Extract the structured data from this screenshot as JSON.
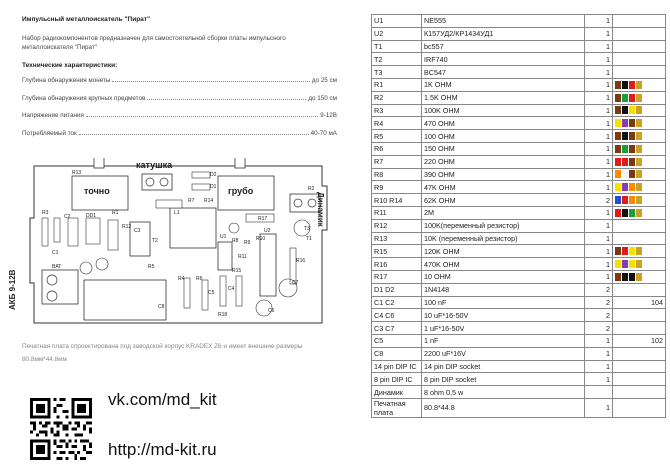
{
  "doc": {
    "title": "Импульсный металлоискатель \"Пират\"",
    "intro": "Набор радиокомпонентов предназначен для самостоятельной сборки платы импульсного металлоискателя \"Пират\"",
    "specs_heading": "Технические характеристики:",
    "specs": [
      {
        "label": "Глубина обнаружения монеты",
        "value": "до 25 см"
      },
      {
        "label": "Глубина обнаружения крупных предметов",
        "value": "до 150 см"
      },
      {
        "label": "Напряжение питания",
        "value": "9-12В"
      },
      {
        "label": "Потребляемый ток",
        "value": "40-70 мА"
      }
    ],
    "note": "Печатная плата спроектирована под заводской корпус KRADEX Z6 и имеет внешние размеры 80.8мм*44.8мм",
    "link_vk": "vk.com/md_kit",
    "link_site": "http://md-kit.ru"
  },
  "pcb": {
    "label_fine": "точно",
    "label_coarse": "грубо",
    "label_coil": "катушка",
    "label_speaker": "Динамик",
    "label_power": "АКБ 9-12В",
    "components": [
      "R13",
      "R2",
      "D2",
      "D1",
      "R14",
      "R7",
      "R3",
      "C2",
      "DD1",
      "R1",
      "R12",
      "R17",
      "R5",
      "R11",
      "R16",
      "C1",
      "C3",
      "T2",
      "T3",
      "R8",
      "R9",
      "T1",
      "BAT",
      "R10",
      "R15",
      "R4",
      "C7",
      "R6",
      "C5",
      "C4",
      "C6",
      "C8",
      "R18",
      "U1",
      "U2",
      "L1"
    ]
  },
  "colors": {
    "black": "#111111",
    "brown": "#7a3b12",
    "red": "#e01b1b",
    "orange": "#ff8c00",
    "yellow": "#f6e000",
    "green": "#1aa03a",
    "blue": "#1e4fd6",
    "violet": "#8a3ab9",
    "gray": "#8c8c8c",
    "white": "#f4f4f4",
    "gold": "#c9a227"
  },
  "bom": [
    {
      "ref": "U1",
      "name": "NE555",
      "qty": "1",
      "extra": "",
      "bands": []
    },
    {
      "ref": "U2",
      "name": "К157УД2/КР1434УД1",
      "qty": "1",
      "extra": "",
      "bands": []
    },
    {
      "ref": "T1",
      "name": "bc557",
      "qty": "1",
      "extra": "",
      "bands": []
    },
    {
      "ref": "T2",
      "name": "IRF740",
      "qty": "1",
      "extra": "",
      "bands": []
    },
    {
      "ref": "T3",
      "name": "BC547",
      "qty": "1",
      "extra": "",
      "bands": []
    },
    {
      "ref": "R1",
      "name": "1K OHM",
      "qty": "1",
      "extra": "",
      "bands": [
        "brown",
        "black",
        "red",
        "gold"
      ]
    },
    {
      "ref": "R2",
      "name": "1.5K OHM",
      "qty": "1",
      "extra": "",
      "bands": [
        "brown",
        "green",
        "red",
        "gold"
      ]
    },
    {
      "ref": "R3",
      "name": "100K OHM",
      "qty": "1",
      "extra": "",
      "bands": [
        "brown",
        "black",
        "yellow",
        "gold"
      ]
    },
    {
      "ref": "R4",
      "name": "470 OHM",
      "qty": "1",
      "extra": "",
      "bands": [
        "yellow",
        "violet",
        "brown",
        "gold"
      ]
    },
    {
      "ref": "R5",
      "name": "100 OHM",
      "qty": "1",
      "extra": "",
      "bands": [
        "brown",
        "black",
        "brown",
        "gold"
      ]
    },
    {
      "ref": "R6",
      "name": "150 OHM",
      "qty": "1",
      "extra": "",
      "bands": [
        "brown",
        "green",
        "brown",
        "gold"
      ]
    },
    {
      "ref": "R7",
      "name": "220 OHM",
      "qty": "1",
      "extra": "",
      "bands": [
        "red",
        "red",
        "brown",
        "gold"
      ]
    },
    {
      "ref": "R8",
      "name": "390 OHM",
      "qty": "1",
      "extra": "",
      "bands": [
        "orange",
        "white",
        "brown",
        "gold"
      ]
    },
    {
      "ref": "R9",
      "name": "47K OHM",
      "qty": "1",
      "extra": "",
      "bands": [
        "yellow",
        "violet",
        "orange",
        "gold"
      ]
    },
    {
      "ref": "R10 R14",
      "name": "62K OHM",
      "qty": "2",
      "extra": "",
      "bands": [
        "blue",
        "red",
        "orange",
        "gold"
      ]
    },
    {
      "ref": "R11",
      "name": "2M",
      "qty": "1",
      "extra": "",
      "bands": [
        "red",
        "black",
        "green",
        "gold"
      ]
    },
    {
      "ref": "R12",
      "name": "100K(переменный резистор)",
      "qty": "1",
      "extra": "",
      "bands": []
    },
    {
      "ref": "R13",
      "name": "10K (переменный резистор)",
      "qty": "1",
      "extra": "",
      "bands": []
    },
    {
      "ref": "R15",
      "name": "120K OHM",
      "qty": "1",
      "extra": "",
      "bands": [
        "brown",
        "red",
        "yellow",
        "gold"
      ]
    },
    {
      "ref": "R16",
      "name": "470K OHM",
      "qty": "1",
      "extra": "",
      "bands": [
        "yellow",
        "violet",
        "yellow",
        "gold"
      ]
    },
    {
      "ref": "R17",
      "name": "10 OHM",
      "qty": "1",
      "extra": "",
      "bands": [
        "brown",
        "black",
        "black",
        "gold"
      ]
    },
    {
      "ref": "D1 D2",
      "name": "1N4148",
      "qty": "2",
      "extra": "",
      "bands": []
    },
    {
      "ref": "C1 C2",
      "name": "100 nF",
      "qty": "2",
      "extra": "104",
      "bands": []
    },
    {
      "ref": "C4 C6",
      "name": "10 uF*16-50V",
      "qty": "2",
      "extra": "",
      "bands": []
    },
    {
      "ref": "C3 C7",
      "name": "1 uF*16-50V",
      "qty": "2",
      "extra": "",
      "bands": []
    },
    {
      "ref": "C5",
      "name": "1 nF",
      "qty": "1",
      "extra": "102",
      "bands": []
    },
    {
      "ref": "C8",
      "name": "2200 uF*16V",
      "qty": "1",
      "extra": "",
      "bands": []
    },
    {
      "ref": "14 pin DIP IC",
      "name": "14 pin DIP socket",
      "qty": "1",
      "extra": "",
      "bands": []
    },
    {
      "ref": "8 pin DIP IC",
      "name": "8 pin DIP socket",
      "qty": "1",
      "extra": "",
      "bands": []
    },
    {
      "ref": "Динамик",
      "name": "8 ohm 0,5 w",
      "qty": "",
      "extra": "",
      "bands": []
    },
    {
      "ref": "Печатная плата",
      "name": "80.8*44.8",
      "qty": "1",
      "extra": "",
      "bands": []
    }
  ]
}
